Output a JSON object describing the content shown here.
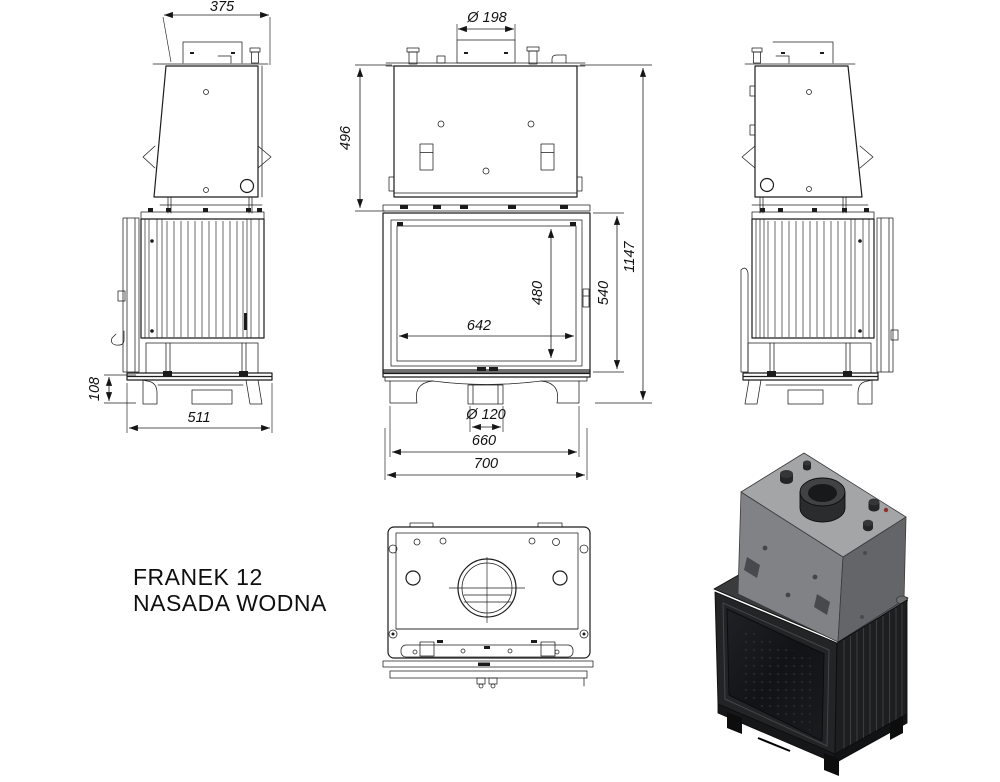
{
  "title": {
    "line1": "FRANEK 12",
    "line2": "NASADA WODNA"
  },
  "dimensions": {
    "top_depth": "375",
    "flue_diameter": "Ø 198",
    "water_jacket_height": "496",
    "total_height": "1147",
    "door_height": "540",
    "glass_height": "480",
    "glass_width": "642",
    "base_height": "108",
    "depth": "511",
    "air_inlet_diameter": "Ø 120",
    "body_width": "660",
    "total_width": "700"
  },
  "colors": {
    "line": "#1c1c1c",
    "background": "#ffffff",
    "render_top": "#a4a5a7",
    "render_front": "#818285",
    "render_side": "#646568",
    "render_body": "#232426",
    "render_ribs_side": "#1d1e20",
    "render_glass": "#141518",
    "render_flue": "#2b2c2e"
  }
}
